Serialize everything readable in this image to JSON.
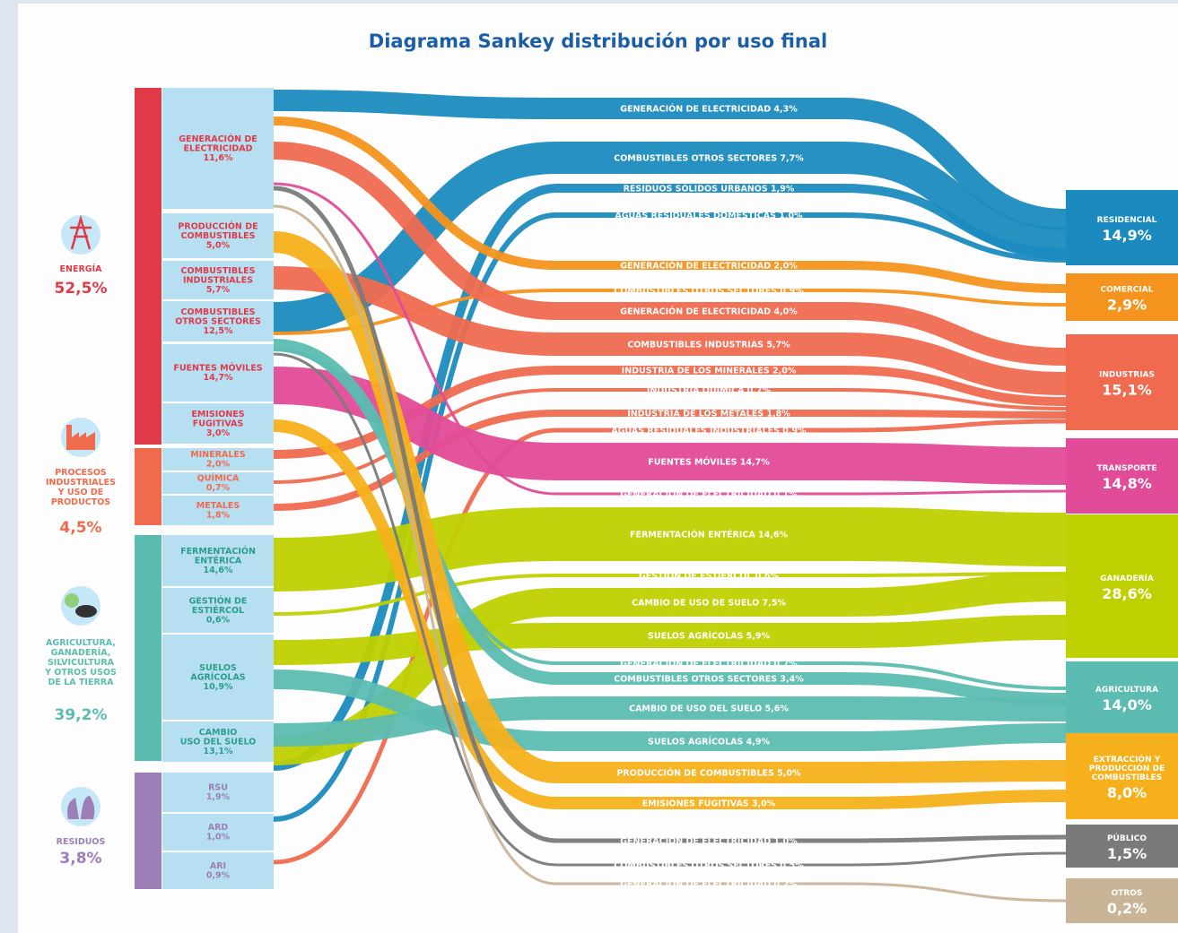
{
  "title": "Diagrama Sankey distribución por uso final",
  "colors": {
    "energia": "#e03a48",
    "procesos": "#ef6b4e",
    "agricultura": "#5bbcb0",
    "residuos": "#9b7fb6",
    "box": "#b7dff2",
    "blue": "#1b8bbf",
    "orange": "#f4931e",
    "salmon": "#ef6a4f",
    "pink": "#e24b98",
    "lime": "#bfd000",
    "teal": "#5cbcb1",
    "amber": "#f6b01b",
    "gray": "#7a7a7a",
    "tan": "#c9b497",
    "mint": "#9ad8cf"
  },
  "sectors": [
    {
      "id": "energia",
      "label_lines": [
        "ENERGÍA"
      ],
      "value": "52,5%",
      "icon": "power-tower-icon",
      "color": "#e03a48"
    },
    {
      "id": "procesos",
      "label_lines": [
        "PROCESOS",
        "INDUSTRIALES",
        "Y USO DE",
        "PRODUCTOS"
      ],
      "value": "4,5%",
      "icon": "factory-icon",
      "color": "#ef6b4e"
    },
    {
      "id": "agricultura",
      "label_lines": [
        "AGRICULTURA,",
        "GANADERÍA,",
        "SILVICULTURA",
        "Y OTROS USOS",
        "DE LA TIERRA"
      ],
      "value": "39,2%",
      "icon": "cow-tree-icon",
      "color": "#5bbcb0"
    },
    {
      "id": "residuos",
      "label_lines": [
        "RESIDUOS"
      ],
      "value": "3,8%",
      "icon": "waste-bags-icon",
      "color": "#9b7fb6"
    }
  ],
  "subcategories": [
    {
      "label_lines": [
        "GENERACIÓN DE",
        "ELECTRICIDAD"
      ],
      "value": "11,6%",
      "color": "#e03a48"
    },
    {
      "label_lines": [
        "PRODUCCIÓN DE",
        "COMBUSTIBLES"
      ],
      "value": "5,0%",
      "color": "#e03a48"
    },
    {
      "label_lines": [
        "COMBUSTIBLES",
        "INDUSTRIALES"
      ],
      "value": "5,7%",
      "color": "#e03a48"
    },
    {
      "label_lines": [
        "COMBUSTIBLES",
        "OTROS SECTORES"
      ],
      "value": "12,5%",
      "color": "#e03a48"
    },
    {
      "label_lines": [
        "FUENTES MÓVILES"
      ],
      "value": "14,7%",
      "color": "#e03a48"
    },
    {
      "label_lines": [
        "EMISIONES",
        "FUGITIVAS"
      ],
      "value": "3,0%",
      "color": "#e03a48"
    },
    {
      "label_lines": [
        "MINERALES"
      ],
      "value": "2,0%",
      "color": "#ef6b4e"
    },
    {
      "label_lines": [
        "QUÍMICA"
      ],
      "value": "0,7%",
      "color": "#ef6b4e"
    },
    {
      "label_lines": [
        "METALES"
      ],
      "value": "1,8%",
      "color": "#ef6b4e"
    },
    {
      "label_lines": [
        "FERMENTACIÓN",
        "ENTÉRICA"
      ],
      "value": "14,6%",
      "color": "#2a9d8f"
    },
    {
      "label_lines": [
        "GESTIÓN DE",
        "ESTIÉRCOL"
      ],
      "value": "0,6%",
      "color": "#2a9d8f"
    },
    {
      "label_lines": [
        "SUELOS",
        "AGRÍCOLAS"
      ],
      "value": "10,9%",
      "color": "#2a9d8f"
    },
    {
      "label_lines": [
        "CAMBIO",
        "USO DEL SUELO"
      ],
      "value": "13,1%",
      "color": "#2a9d8f"
    },
    {
      "label_lines": [
        "RSU"
      ],
      "value": "1,9%",
      "color": "#9b7fb6"
    },
    {
      "label_lines": [
        "ARD"
      ],
      "value": "1,0%",
      "color": "#9b7fb6"
    },
    {
      "label_lines": [
        "ARI"
      ],
      "value": "0,9%",
      "color": "#9b7fb6"
    }
  ],
  "flow_labels": [
    "GENERACIÓN DE ELECTRICIDAD 4,3%",
    "COMBUSTIBLES OTROS SECTORES 7,7%",
    "RESIDUOS SÓLIDOS URBANOS 1,9%",
    "AGUAS RESIDUALES DOMÉSTICAS 1,0%",
    "GENERACIÓN DE ELECTRICIDAD 2,0%",
    "COMBUSTIBLES OTROS SECTORES 0,9%",
    "GENERACIÓN DE ELECTRICIDAD 4,0%",
    "COMBUSTIBLES INDUSTRIAS 5,7%",
    "INDUSTRIA DE LOS MINERALES 2,0%",
    "INDUSTRIA QUÍMICA 0,7%",
    "INDUSTRIA DE LOS METALES 1,8%",
    "AGUAS RESIDUALES INDUSTRIALES 0,9%",
    "FUENTES MÓVILES 14,7%",
    "GENERACIÓN DE ELECTRICIDAD 0,1%",
    "FERMENTACIÓN ENTÉRICA 14,6%",
    "GESTIÓN DE ESTIÉRCOL 0,6%",
    "CAMBIO DE USO DE SUELO 7,5%",
    "SUELOS AGRÍCOLAS 5,9%",
    "GENERACIÓN DE ELECTRICIDAD 0,7%",
    "COMBUSTIBLES OTROS SECTORES 3,4%",
    "CAMBIO DE USO DEL SUELO 5,6%",
    "SUELOS AGRÍCOLAS 4,9%",
    "PRODUCCIÓN DE COMBUSTIBLES 5,0%",
    "EMISIONES FUGITIVAS 3,0%",
    "GENERACIÓN DE ELECTRICIDAD 1,0%",
    "COMBUSTIBLES OTROS SECTORES 0,5%",
    "GENERACIÓN DE ELECTRICIDAD 0,2%"
  ],
  "final_uses": [
    {
      "label_lines": [
        "RESIDENCIAL"
      ],
      "value": "14,9%",
      "color": "#1b8bbf"
    },
    {
      "label_lines": [
        "COMERCIAL"
      ],
      "value": "2,9%",
      "color": "#f4931e"
    },
    {
      "label_lines": [
        "INDUSTRIAS"
      ],
      "value": "15,1%",
      "color": "#ef6a4f"
    },
    {
      "label_lines": [
        "TRANSPORTE"
      ],
      "value": "14,8%",
      "color": "#e24b98"
    },
    {
      "label_lines": [
        "GANADERÍA"
      ],
      "value": "28,6%",
      "color": "#bfd000"
    },
    {
      "label_lines": [
        "AGRICULTURA"
      ],
      "value": "14,0%",
      "color": "#5cbcb1"
    },
    {
      "label_lines": [
        "EXTRACCIÓN Y",
        "PRODUCCIÓN DE",
        "COMBUSTIBLES"
      ],
      "value": "8,0%",
      "color": "#f6b01b"
    },
    {
      "label_lines": [
        "PÚBLICO"
      ],
      "value": "1,5%",
      "color": "#7a7a7a"
    },
    {
      "label_lines": [
        "OTROS"
      ],
      "value": "0,2%",
      "color": "#c9b497"
    }
  ]
}
